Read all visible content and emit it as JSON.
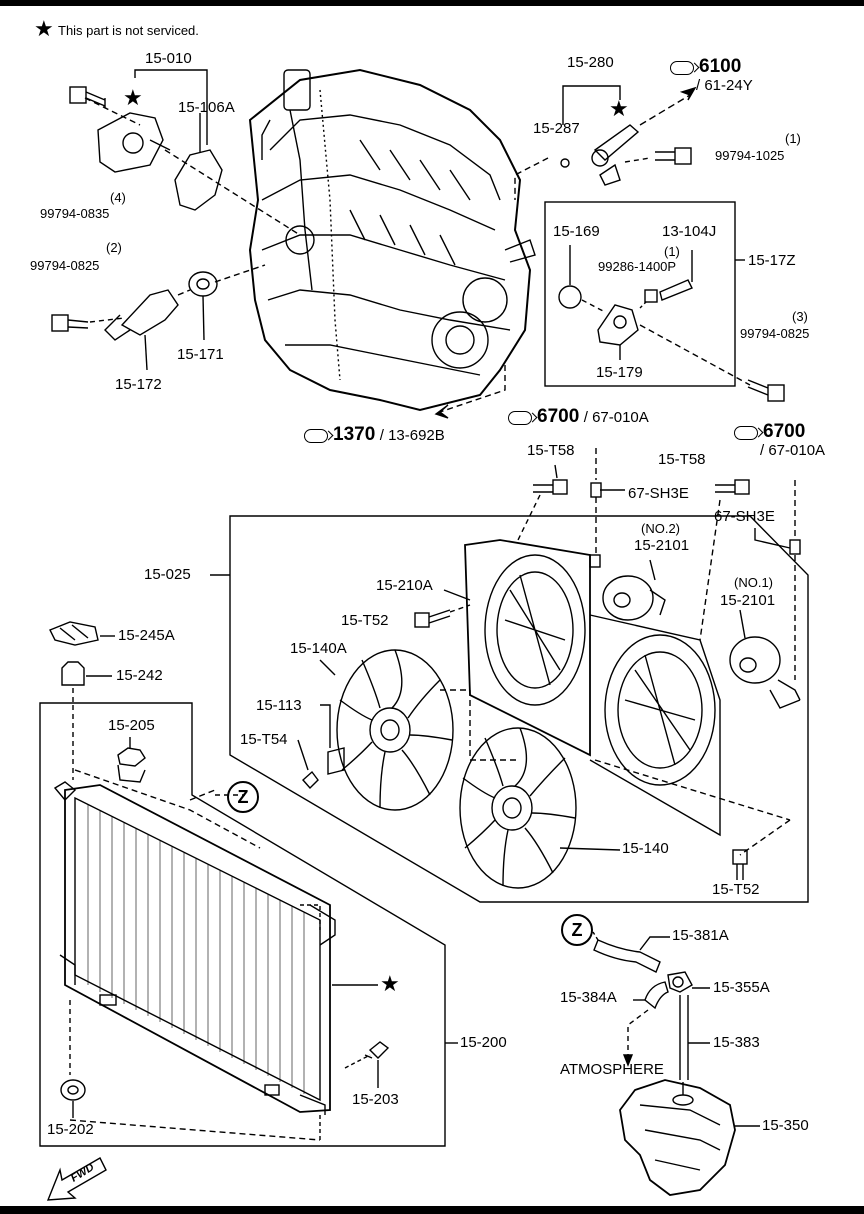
{
  "header": {
    "star_note": "This part is not serviced."
  },
  "labels": {
    "l15_010": "15-010",
    "l15_106A": "15-106A",
    "l99794_0835": "99794-0835",
    "l_q4": "(4)",
    "l99794_0825a": "99794-0825",
    "l_q2": "(2)",
    "l15_171": "15-171",
    "l15_172": "15-172",
    "l15_280": "15-280",
    "l15_287": "15-287",
    "l99794_1025": "99794-1025",
    "l_q1a": "(1)",
    "l15_169": "15-169",
    "l13_104J": "13-104J",
    "l_q1b": "(1)",
    "l99286_1400P": "99286-1400P",
    "l15_17Z": "15-17Z",
    "l15_179": "15-179",
    "l_q3": "(3)",
    "l99794_0825b": "99794-0825",
    "l15_T58a": "15-T58",
    "l15_T58b": "15-T58",
    "l67_SH3Ea": "67-SH3E",
    "l67_SH3Eb": "67-SH3E",
    "l15_025": "15-025",
    "l_no2": "(NO.2)",
    "l15_2101a": "15-2101",
    "l_no1": "(NO.1)",
    "l15_2101b": "15-2101",
    "l15_210A": "15-210A",
    "l15_T52a": "15-T52",
    "l15_245A": "15-245A",
    "l15_140A": "15-140A",
    "l15_242": "15-242",
    "l15_113": "15-113",
    "l15_T54": "15-T54",
    "l15_205": "15-205",
    "l15_140": "15-140",
    "l15_T52b": "15-T52",
    "l15_381A": "15-381A",
    "l15_384A": "15-384A",
    "l15_355A": "15-355A",
    "l15_200": "15-200",
    "l15_383": "15-383",
    "atmosphere": "ATMOSPHERE",
    "l15_203": "15-203",
    "l15_350": "15-350",
    "l15_202": "15-202",
    "z1": "Z",
    "z2": "Z",
    "fwd": "FWD"
  },
  "refs": {
    "r6100": {
      "num": "6100",
      "sub": "/ 61-24Y"
    },
    "r1370": {
      "num": "1370",
      "sub": "/ 13-692B"
    },
    "r6700a": {
      "num": "6700",
      "sub": "/ 67-010A"
    },
    "r6700b": {
      "num": "6700",
      "sub": "/ 67-010A"
    }
  },
  "stars": {
    "s0": "★",
    "s1": "★",
    "s2": "★",
    "s3": "★"
  }
}
